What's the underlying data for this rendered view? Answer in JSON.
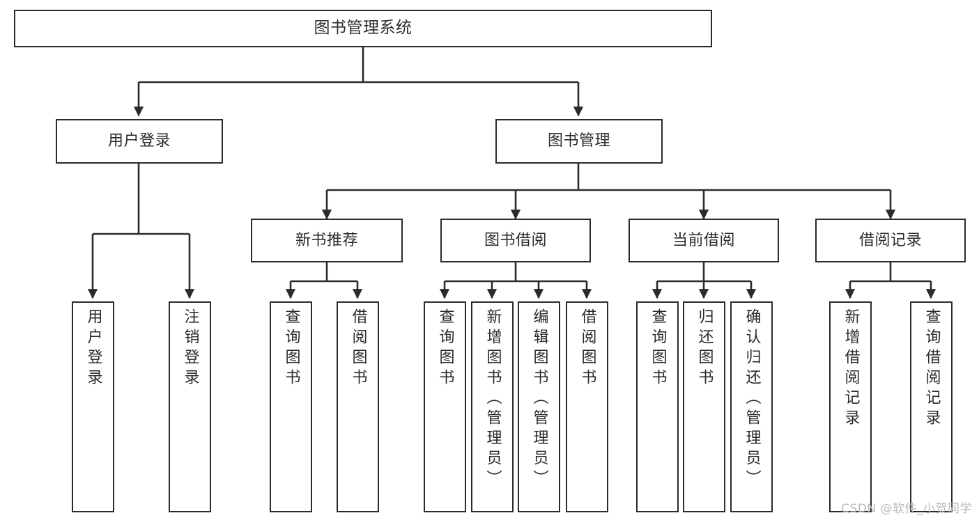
{
  "diagram": {
    "type": "tree",
    "title": "图书管理系统",
    "watermark": "CSDN @软件_小贺同学",
    "colors": {
      "stroke": "#2b2b2b",
      "fill": "#ffffff",
      "watermark": "#b9b9b9"
    },
    "nodes": {
      "root": {
        "label": "图书管理系统"
      },
      "level2": [
        {
          "id": "user-login",
          "label": "用户登录"
        },
        {
          "id": "book-management",
          "label": "图书管理"
        }
      ],
      "level3": [
        {
          "id": "new-book-recommend",
          "label": "新书推荐"
        },
        {
          "id": "book-borrow",
          "label": "图书借阅"
        },
        {
          "id": "current-borrow",
          "label": "当前借阅"
        },
        {
          "id": "borrow-record",
          "label": "借阅记录"
        }
      ],
      "leaves": {
        "user-login": [
          {
            "id": "leaf-user-login",
            "label": "用户登录"
          },
          {
            "id": "leaf-logout-login",
            "label": "注销登录"
          }
        ],
        "new-book-recommend": [
          {
            "id": "leaf-query-book-1",
            "label": "查询图书"
          },
          {
            "id": "leaf-borrow-book-1",
            "label": "借阅图书"
          }
        ],
        "book-borrow": [
          {
            "id": "leaf-query-book-2",
            "label": "查询图书"
          },
          {
            "id": "leaf-add-book-admin",
            "label": "新增图书（管理员）"
          },
          {
            "id": "leaf-edit-book-admin",
            "label": "编辑图书（管理员）"
          },
          {
            "id": "leaf-borrow-book-2",
            "label": "借阅图书"
          }
        ],
        "current-borrow": [
          {
            "id": "leaf-query-book-3",
            "label": "查询图书"
          },
          {
            "id": "leaf-return-book",
            "label": "归还图书"
          },
          {
            "id": "leaf-confirm-return-admin",
            "label": "确认归还（管理员）"
          }
        ],
        "borrow-record": [
          {
            "id": "leaf-add-borrow-record",
            "label": "新增借阅记录"
          },
          {
            "id": "leaf-query-borrow-record",
            "label": "查询借阅记录"
          }
        ]
      }
    }
  }
}
